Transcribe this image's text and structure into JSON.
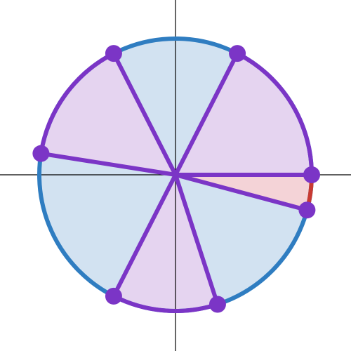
{
  "diagram": {
    "type": "circle-angle-sectors",
    "center": [
      0,
      0
    ],
    "radius": 1,
    "axes": {
      "x": true,
      "y": true,
      "color": "#000000"
    },
    "circle_color": "#2f7dc1",
    "radius_color": "#7b35c6",
    "point_color": "#7b35c6",
    "small_arc_color": "#c83a32",
    "small_sector_fill": "#f4d3d7",
    "purple_fill": "#e5d4f0",
    "blue_fill": "#d2e2f1",
    "points_deg": [
      0,
      -15,
      -72,
      -117,
      171,
      117,
      63
    ],
    "sectors": [
      {
        "from_deg": -15,
        "to_deg": 0,
        "style": "small"
      },
      {
        "from_deg": 0,
        "to_deg": 63,
        "style": "purple"
      },
      {
        "from_deg": 63,
        "to_deg": 117,
        "style": "blue"
      },
      {
        "from_deg": 117,
        "to_deg": 171,
        "style": "purple"
      },
      {
        "from_deg": 171,
        "to_deg": 243,
        "style": "blue"
      },
      {
        "from_deg": 243,
        "to_deg": 288,
        "style": "purple"
      },
      {
        "from_deg": 288,
        "to_deg": 345,
        "style": "blue"
      }
    ],
    "purple_arcs": [
      {
        "from_deg": 0,
        "to_deg": 63
      },
      {
        "from_deg": 117,
        "to_deg": 171
      },
      {
        "from_deg": 243,
        "to_deg": 288
      }
    ],
    "red_arc": {
      "from_deg": -15,
      "to_deg": 0
    }
  }
}
